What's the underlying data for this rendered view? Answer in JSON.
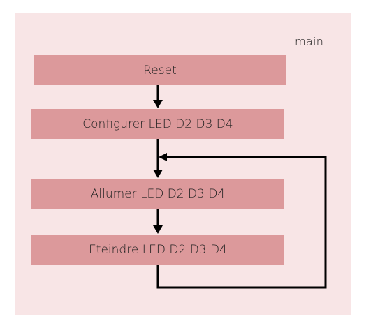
{
  "diagram": {
    "container_label": "main",
    "steps": [
      "Reset",
      "Configurer LED D2 D3 D4",
      "Allumer LED D2 D3 D4",
      "Eteindre LED D2 D3 D4"
    ],
    "colors": {
      "container_fill": "#f8e5e6",
      "step_fill": "#dc999b",
      "connector": "#000000"
    }
  }
}
